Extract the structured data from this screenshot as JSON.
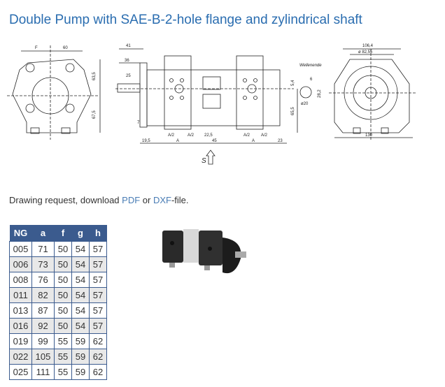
{
  "title": "Double Pump with SAE-B-2-hole flange and zylindrical shaft",
  "drawing": {
    "labels": {
      "F": "F",
      "d60": "60",
      "d41": "41",
      "d36": "36",
      "d25": "25",
      "d7": "7",
      "d195": "19,5",
      "dA1": "A",
      "dA2": "A",
      "dA21": "A/2",
      "dA22": "A/2",
      "dA23": "A/2",
      "dA24": "A/2",
      "d225": "22,5",
      "d45": "45",
      "d23": "23",
      "d655": "65,5",
      "d54": "5,4",
      "dS": "S",
      "wellenende": "Wellenende",
      "d1064": "106,4",
      "d8255": "ø 82,55",
      "d130": "130",
      "d635": "63,5",
      "d675": "67,5",
      "d282": "28,2",
      "d6": "6",
      "d20": "ø20"
    }
  },
  "request": {
    "text": "Drawing request, download ",
    "pdf": "PDF",
    "or": " or ",
    "dxf": "DXF",
    "suffix": "-file."
  },
  "table": {
    "headers": [
      "NG",
      "a",
      "f",
      "g",
      "h"
    ],
    "rows": [
      [
        "005",
        "71",
        "50",
        "54",
        "57"
      ],
      [
        "006",
        "73",
        "50",
        "54",
        "57"
      ],
      [
        "008",
        "76",
        "50",
        "54",
        "57"
      ],
      [
        "011",
        "82",
        "50",
        "54",
        "57"
      ],
      [
        "013",
        "87",
        "50",
        "54",
        "57"
      ],
      [
        "016",
        "92",
        "50",
        "54",
        "57"
      ],
      [
        "019",
        "99",
        "55",
        "59",
        "62"
      ],
      [
        "022",
        "105",
        "55",
        "59",
        "62"
      ],
      [
        "025",
        "111",
        "55",
        "59",
        "62"
      ]
    ]
  }
}
